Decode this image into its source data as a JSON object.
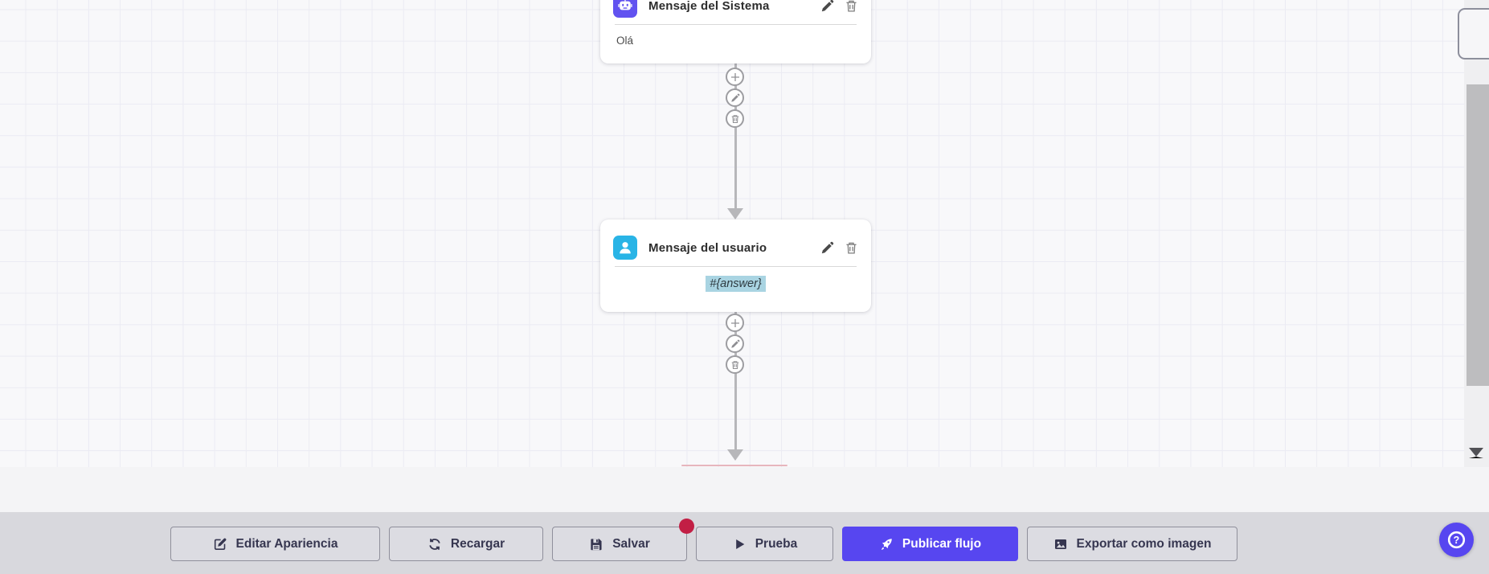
{
  "flow": {
    "nodes": [
      {
        "title": "Mensaje del Sistema",
        "body": "Olá",
        "icon": "bot-icon",
        "icon_bg": "#6152f0"
      },
      {
        "title": "Mensaje del usuario",
        "body": "#{answer}",
        "icon": "user-icon",
        "icon_bg": "#29b4e6"
      }
    ],
    "node_actions": {
      "edit": "edit-node",
      "delete": "delete-node"
    },
    "connector_actions": {
      "add": "add-node",
      "edit": "edit-connection",
      "delete": "delete-connection"
    }
  },
  "toolbar": {
    "buttons": [
      {
        "label": "Editar Apariencia",
        "icon": "edit-square-icon"
      },
      {
        "label": "Recargar",
        "icon": "refresh-icon"
      },
      {
        "label": "Salvar",
        "icon": "save-icon",
        "badge": "unsaved-dot"
      },
      {
        "label": "Prueba",
        "icon": "play-icon"
      },
      {
        "label": "Publicar flujo",
        "icon": "rocket-icon",
        "primary": true
      },
      {
        "label": "Exportar como imagen",
        "icon": "image-icon"
      }
    ]
  },
  "help": {
    "icon": "question-icon"
  },
  "colors": {
    "accent_purple": "#5746f0",
    "node_icon_purple": "#6152f0",
    "node_icon_cyan": "#29b4e6",
    "variable_highlight": "#a9d4e2",
    "unsaved_badge_red": "#c21f45",
    "connector_gray": "#b7b7ba",
    "toolbar_bg": "#d8d8dd",
    "canvas_bg": "#f8f8fa"
  }
}
